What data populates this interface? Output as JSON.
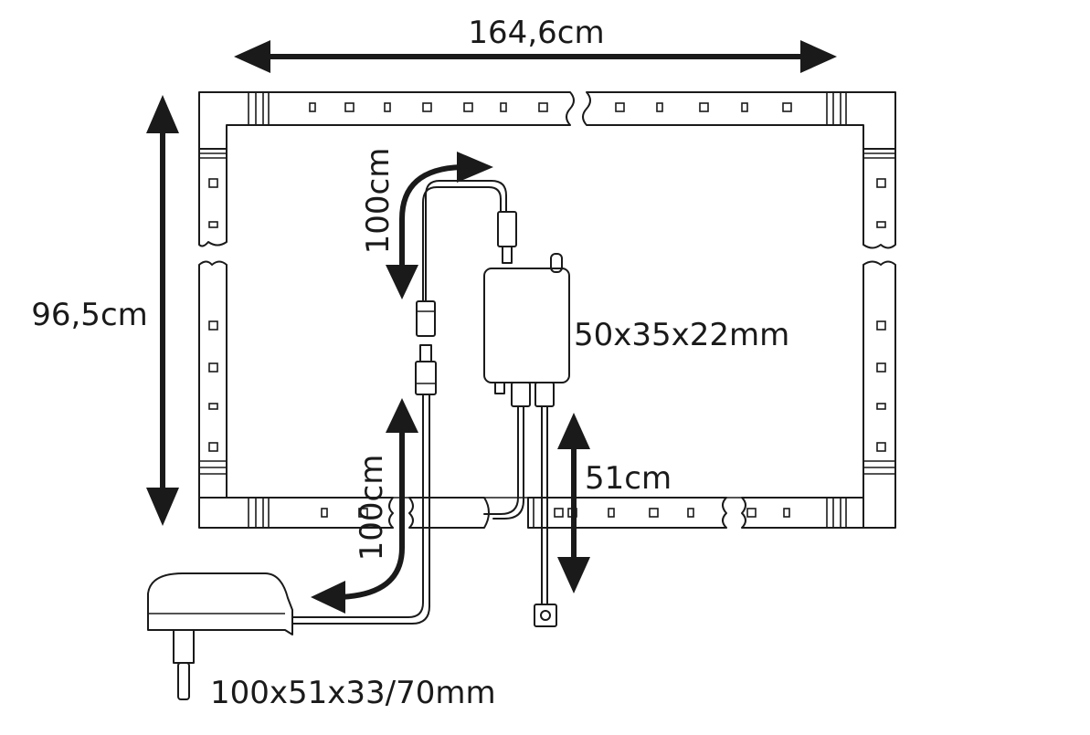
{
  "labels": {
    "width": "164,6cm",
    "height": "96,5cm",
    "cable_top": "100cm",
    "cable_bottom": "100cm",
    "controller_size": "50x35x22mm",
    "sensor_cable": "51cm",
    "adapter_size": "100x51x33/70mm"
  }
}
